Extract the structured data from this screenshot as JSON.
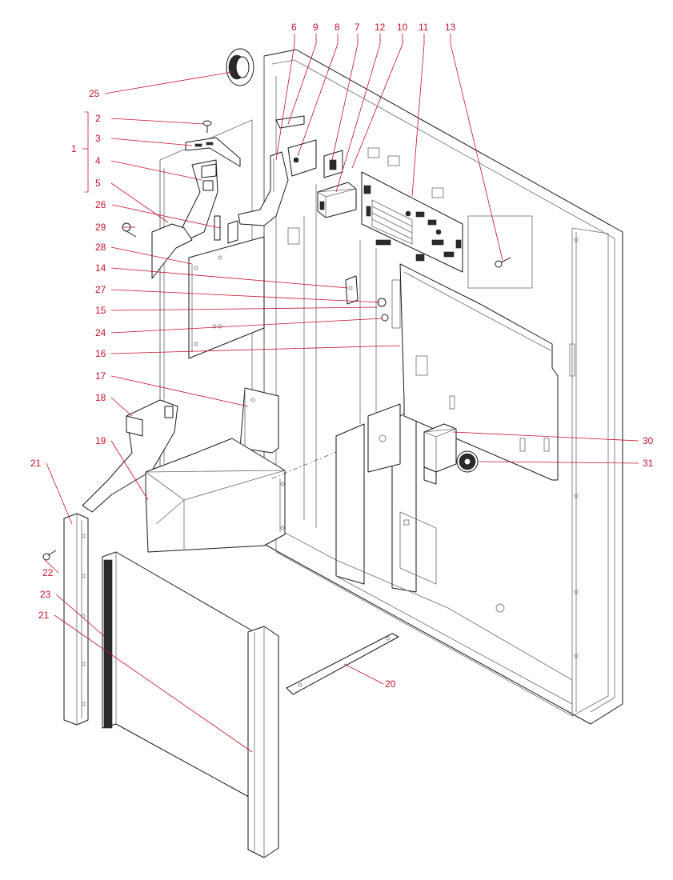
{
  "diagram": {
    "callouts": [
      {
        "id": "c1",
        "label": "1"
      },
      {
        "id": "c2",
        "label": "2"
      },
      {
        "id": "c3",
        "label": "3"
      },
      {
        "id": "c4",
        "label": "4"
      },
      {
        "id": "c5",
        "label": "5"
      },
      {
        "id": "c6",
        "label": "6"
      },
      {
        "id": "c7",
        "label": "7"
      },
      {
        "id": "c8",
        "label": "8"
      },
      {
        "id": "c9",
        "label": "9"
      },
      {
        "id": "c10",
        "label": "10"
      },
      {
        "id": "c11",
        "label": "11"
      },
      {
        "id": "c12",
        "label": "12"
      },
      {
        "id": "c13",
        "label": "13"
      },
      {
        "id": "c14",
        "label": "14"
      },
      {
        "id": "c15",
        "label": "15"
      },
      {
        "id": "c16",
        "label": "16"
      },
      {
        "id": "c17",
        "label": "17"
      },
      {
        "id": "c18",
        "label": "18"
      },
      {
        "id": "c19",
        "label": "19"
      },
      {
        "id": "c20",
        "label": "20"
      },
      {
        "id": "c21a",
        "label": "21"
      },
      {
        "id": "c21b",
        "label": "21"
      },
      {
        "id": "c22",
        "label": "22"
      },
      {
        "id": "c23",
        "label": "23"
      },
      {
        "id": "c24",
        "label": "24"
      },
      {
        "id": "c25",
        "label": "25"
      },
      {
        "id": "c26",
        "label": "26"
      },
      {
        "id": "c27",
        "label": "27"
      },
      {
        "id": "c28",
        "label": "28"
      },
      {
        "id": "c29",
        "label": "29"
      },
      {
        "id": "c30",
        "label": "30"
      },
      {
        "id": "c31",
        "label": "31"
      }
    ],
    "colors": {
      "callout": "#c8102e",
      "line": "#1a1a1a"
    }
  }
}
